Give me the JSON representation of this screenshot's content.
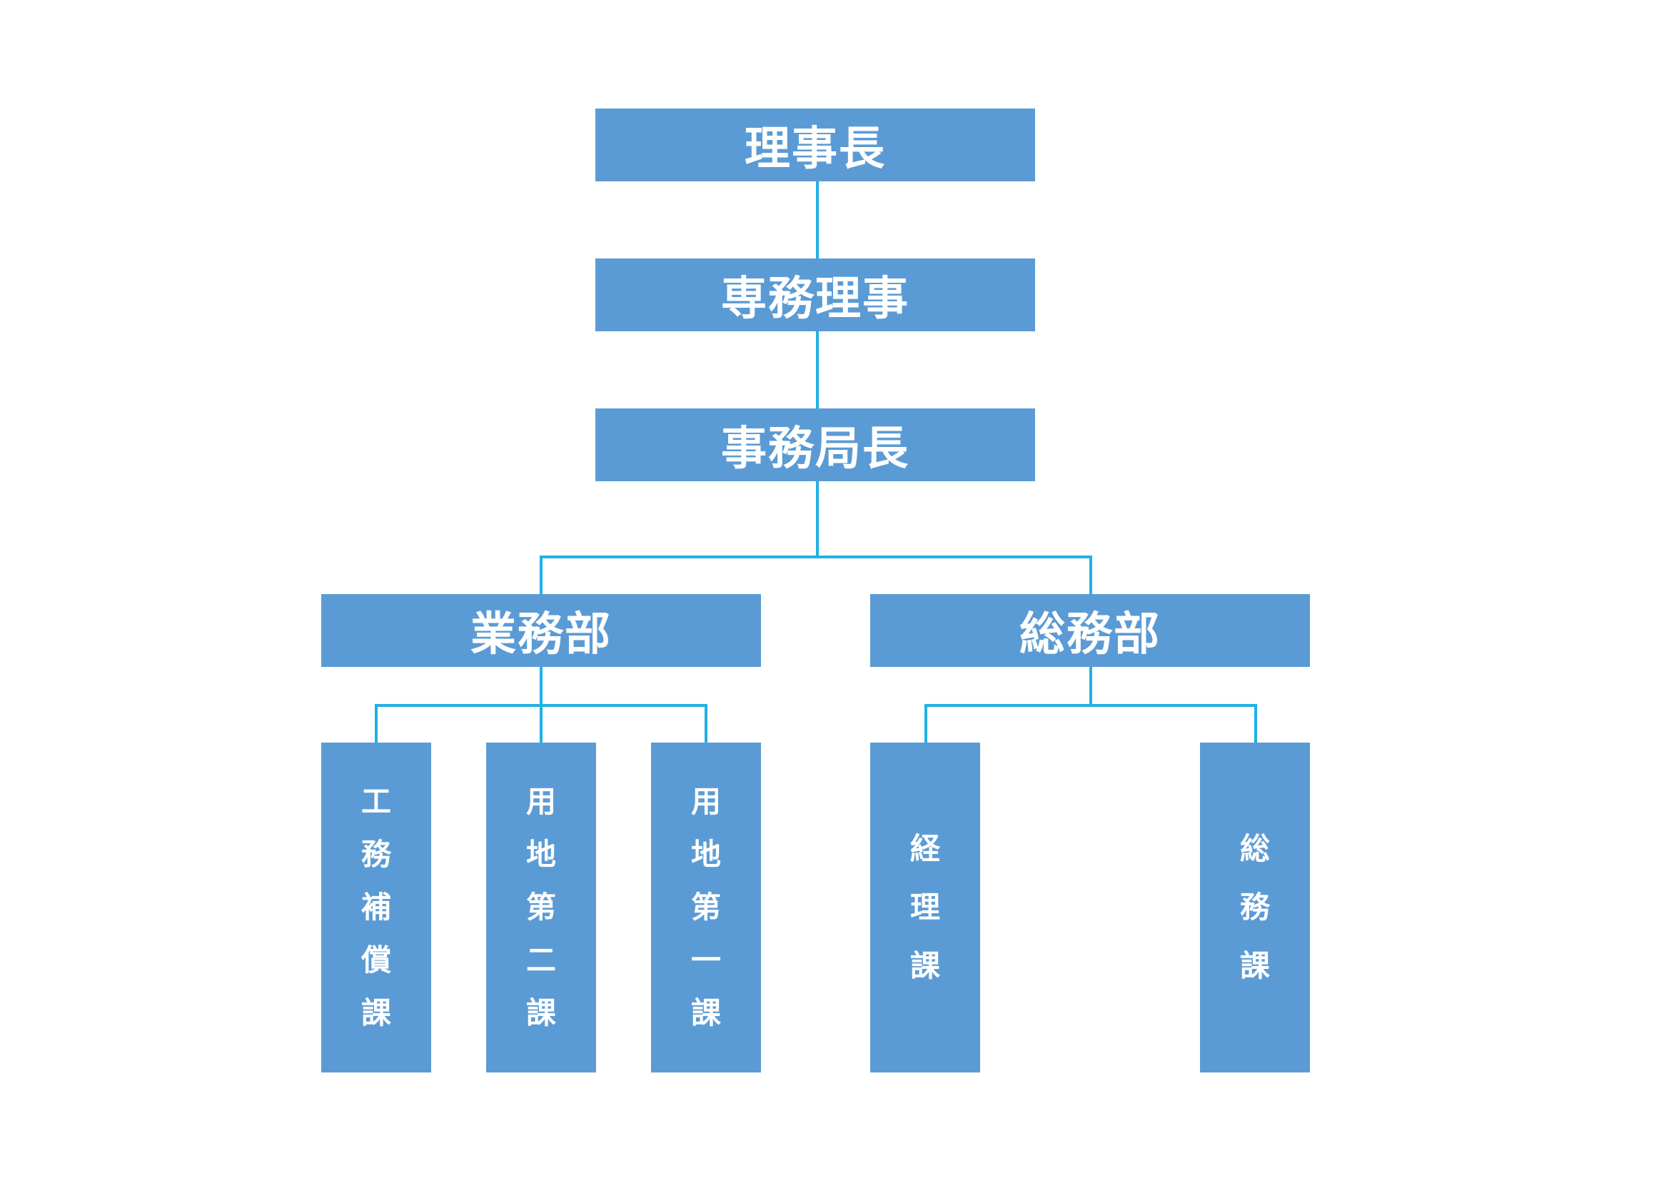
{
  "colors": {
    "box": "#5b9bd5",
    "connector": "#1fb1e6",
    "text": "#ffffff"
  },
  "org": {
    "chairman": "理事長",
    "managing_director": "専務理事",
    "secretary_general": "事務局長",
    "business_dept": "業務部",
    "general_affairs_dept": "総務部",
    "sections": {
      "construction_compensation": [
        "工",
        "務",
        "補",
        "償",
        "課"
      ],
      "land_second": [
        "用",
        "地",
        "第",
        "二",
        "課"
      ],
      "land_first": [
        "用",
        "地",
        "第",
        "一",
        "課"
      ],
      "accounting": [
        "経",
        "理",
        "課"
      ],
      "general_affairs": [
        "総",
        "務",
        "課"
      ]
    }
  }
}
